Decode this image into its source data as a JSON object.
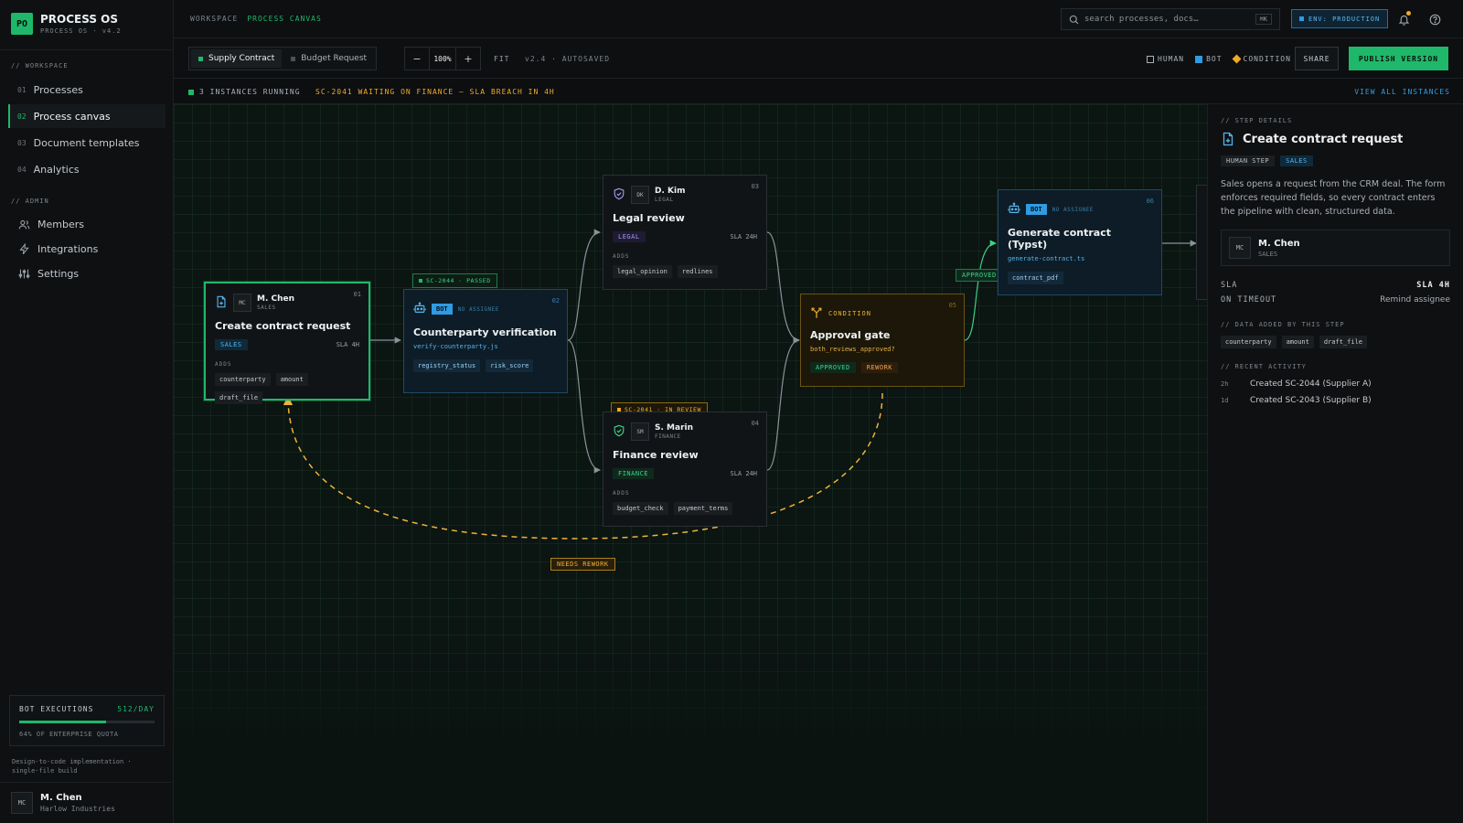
{
  "brand": {
    "logo": "PO",
    "name": "PROCESS OS",
    "sub": "PROCESS OS · v4.2"
  },
  "sidebar": {
    "workspace_label": "// WORKSPACE",
    "admin_label": "// ADMIN",
    "workspace_items": [
      {
        "num": "01",
        "label": "Processes"
      },
      {
        "num": "02",
        "label": "Process canvas"
      },
      {
        "num": "03",
        "label": "Document templates"
      },
      {
        "num": "04",
        "label": "Analytics"
      }
    ],
    "admin_items": [
      {
        "icon": "users-icon",
        "label": "Members"
      },
      {
        "icon": "bolt-icon",
        "label": "Integrations"
      },
      {
        "icon": "sliders-icon",
        "label": "Settings"
      }
    ],
    "quota": {
      "label": "BOT EXECUTIONS",
      "value": "512/DAY",
      "percent": 64,
      "note": "64% OF ENTERPRISE QUOTA"
    },
    "build_note": "Design-to-code implementation · single-file build",
    "user": {
      "initials": "MC",
      "name": "M. Chen",
      "org": "Harlow Industries"
    }
  },
  "topbar": {
    "crumb_root": "WORKSPACE",
    "crumb_current": "PROCESS CANVAS",
    "search_placeholder": "search processes, docs…",
    "search_kbd": "⌘K",
    "env": "ENV: PRODUCTION"
  },
  "toolbar": {
    "tabs": [
      "Supply Contract",
      "Budget Request"
    ],
    "zoom": "100%",
    "zoom_out": "−",
    "zoom_in": "+",
    "fit": "FIT",
    "version": "v2.4 · AUTOSAVED",
    "legend": {
      "human": "HUMAN",
      "bot": "BOT",
      "condition": "CONDITION"
    },
    "share": "SHARE",
    "publish": "PUBLISH VERSION"
  },
  "status": {
    "running": "3 INSTANCES RUNNING",
    "warning": "SC-2041 WAITING ON FINANCE — SLA BREACH IN 4H",
    "link": "VIEW ALL INSTANCES"
  },
  "canvas": {
    "nodes": {
      "create": {
        "num": "01",
        "initials": "MC",
        "person": "M. Chen",
        "dept": "SALES",
        "title": "Create contract request",
        "tag": "SALES",
        "sla": "SLA 4H",
        "adds_label": "ADDS",
        "fields": [
          "counterparty",
          "amount",
          "draft_file"
        ]
      },
      "verify": {
        "num": "02",
        "badge": "BOT",
        "assignee": "NO ASSIGNEE",
        "title": "Counterparty verification",
        "script": "verify-counterparty.js",
        "fields": [
          "registry_status",
          "risk_score"
        ]
      },
      "legal": {
        "num": "03",
        "initials": "DK",
        "person": "D. Kim",
        "dept": "LEGAL",
        "title": "Legal review",
        "tag": "LEGAL",
        "sla": "SLA 24H",
        "adds_label": "ADDS",
        "fields": [
          "legal_opinion",
          "redlines"
        ]
      },
      "finance": {
        "num": "04",
        "initials": "SM",
        "person": "S. Marin",
        "dept": "FINANCE",
        "title": "Finance review",
        "tag": "FINANCE",
        "sla": "SLA 24H",
        "adds_label": "ADDS",
        "fields": [
          "budget_check",
          "payment_terms"
        ]
      },
      "gate": {
        "num": "05",
        "label": "CONDITION",
        "title": "Approval gate",
        "expr": "both_reviews_approved?",
        "out_ok": "APPROVED",
        "out_rework": "REWORK"
      },
      "generate": {
        "num": "06",
        "badge": "BOT",
        "assignee": "NO ASSIGNEE",
        "title": "Generate contract (Typst)",
        "script": "generate-contract.ts",
        "fields": [
          "contract_pdf"
        ]
      }
    },
    "instances": {
      "passed": "SC-2044 · PASSED",
      "review": "SC-2041 · IN REVIEW"
    },
    "edge_labels": {
      "approved": "APPROVED",
      "rework": "NEEDS REWORK"
    }
  },
  "panel": {
    "section": "// STEP DETAILS",
    "title": "Create contract request",
    "tags": [
      "HUMAN STEP",
      "SALES"
    ],
    "description": "Sales opens a request from the CRM deal. The form enforces required fields, so every contract enters the pipeline with clean, structured data.",
    "owner": {
      "initials": "MC",
      "name": "M. Chen",
      "dept": "SALES"
    },
    "sla_key": "SLA",
    "sla_val": "SLA 4H",
    "timeout_key": "ON TIMEOUT",
    "timeout_val": "Remind assignee",
    "data_label": "// DATA ADDED BY THIS STEP",
    "data_fields": [
      "counterparty",
      "amount",
      "draft_file"
    ],
    "activity_label": "// RECENT ACTIVITY",
    "activity": [
      {
        "time": "2h",
        "text": "Created SC-2044 (Supplier A)"
      },
      {
        "time": "1d",
        "text": "Created SC-2043 (Supplier B)"
      }
    ]
  },
  "colors": {
    "accent": "#1fb86a",
    "bot": "#2f9be2",
    "condition": "#f0a928"
  }
}
